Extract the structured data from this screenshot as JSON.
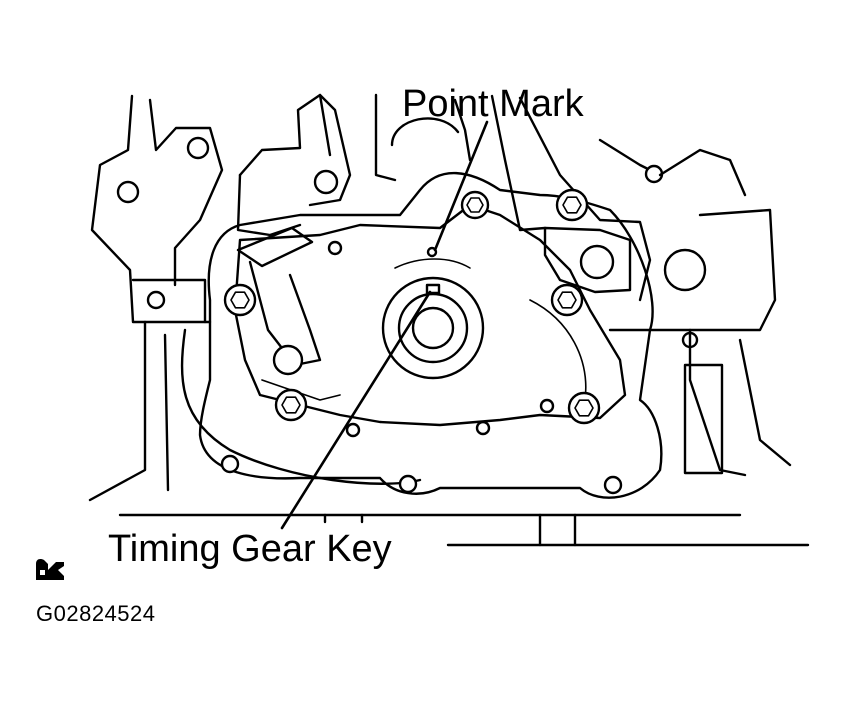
{
  "labels": {
    "point_mark": "Point Mark",
    "timing_gear_key": "Timing Gear Key",
    "figure_code": "G02824524"
  },
  "icons": {
    "corner_mark": "new-part-tool-icon"
  },
  "colors": {
    "line": "#000000",
    "background": "#ffffff"
  }
}
